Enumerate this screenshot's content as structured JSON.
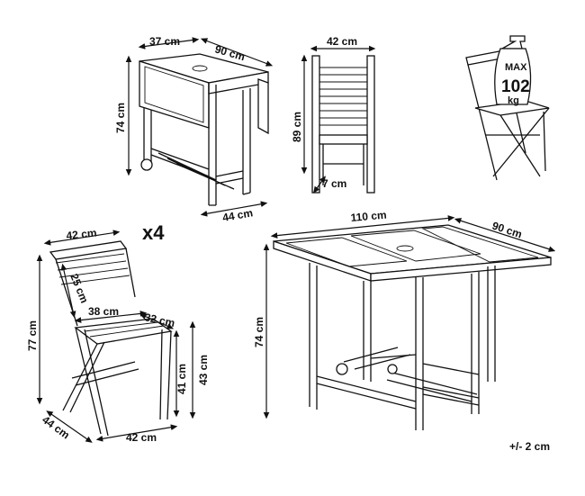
{
  "dimensions": {
    "folded_depth": "37 cm",
    "folded_width": "90 cm",
    "folded_height": "74 cm",
    "folded_base": "44 cm",
    "chair_folded_width": "42 cm",
    "chair_folded_height": "89 cm",
    "chair_folded_depth": "7 cm",
    "chair_width": "42 cm",
    "chair_back": "25 cm",
    "seat_width": "38 cm",
    "seat_depth": "32 cm",
    "chair_height": "77 cm",
    "seat_height": "41 cm",
    "seat_height_top": "43 cm",
    "chair_depth": "44 cm",
    "chair_base": "42 cm",
    "table_length": "110 cm",
    "table_width": "90 cm",
    "table_height": "74 cm"
  },
  "quantity": "x4",
  "max_load": {
    "max": "MAX",
    "value": "102",
    "unit": "kg"
  },
  "tolerance": "+/- 2 cm",
  "icons": [
    "weight-icon"
  ]
}
